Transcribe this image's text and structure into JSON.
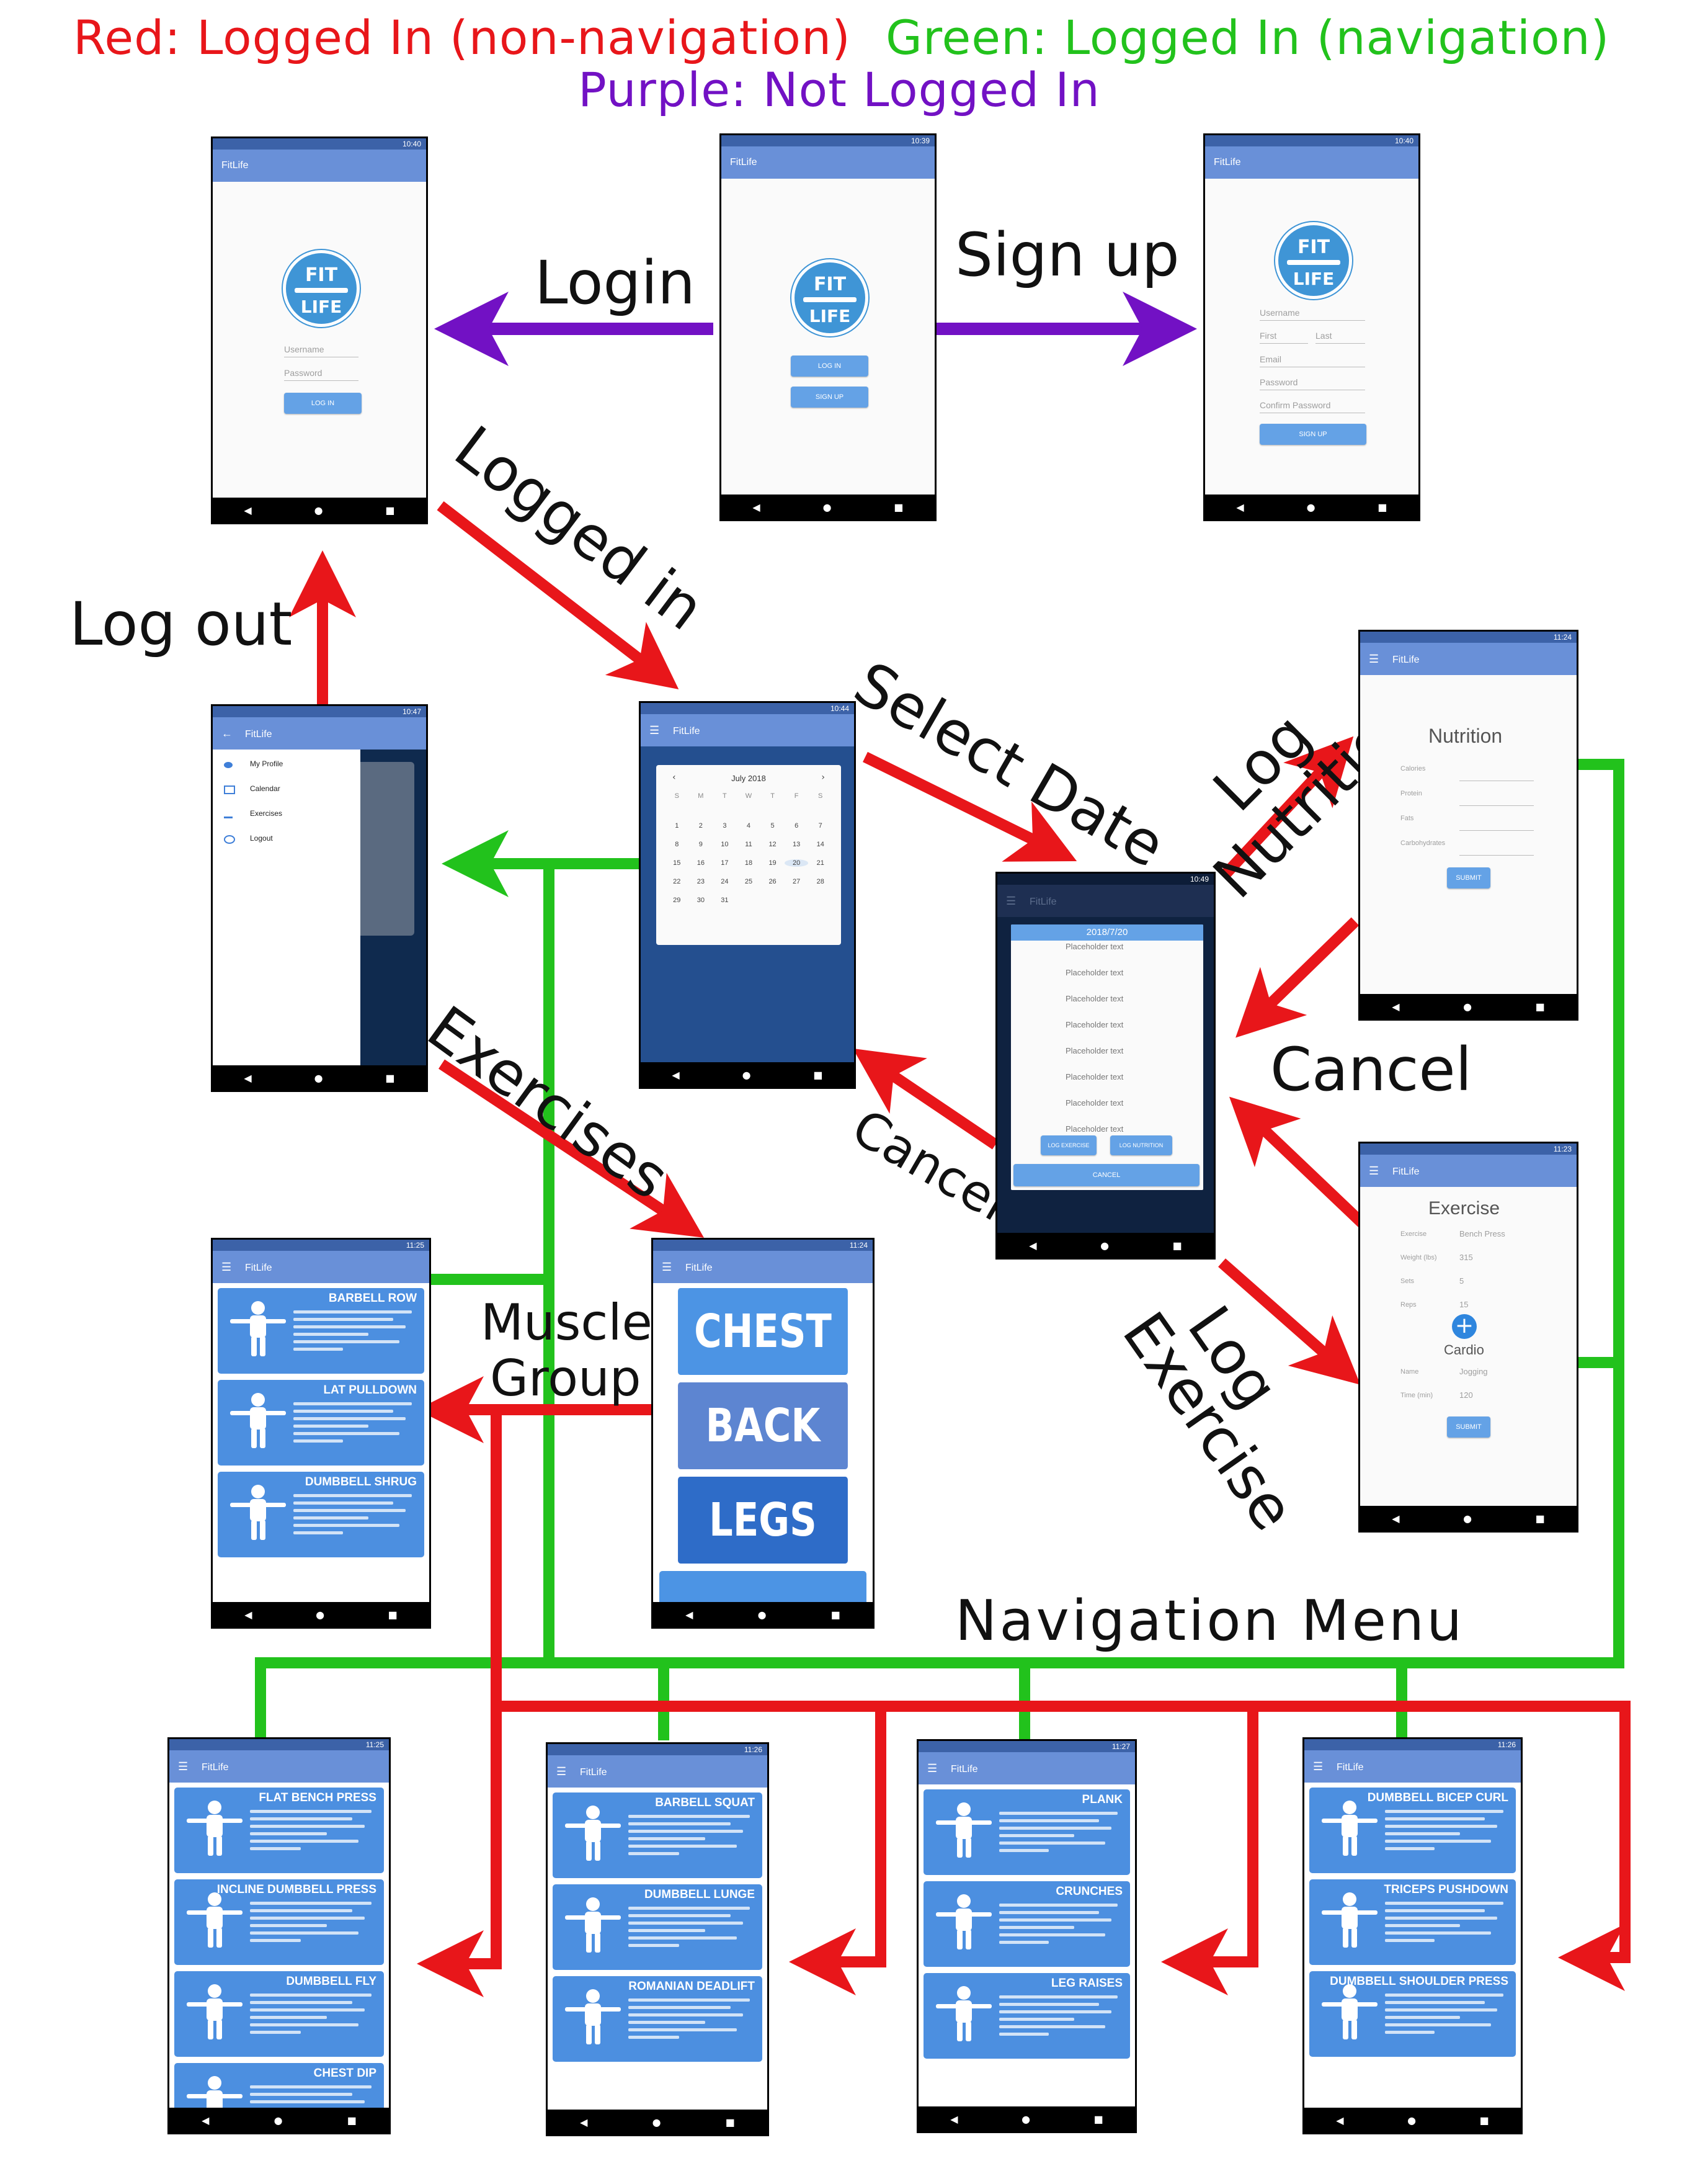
{
  "legend": {
    "red": "Red: Logged In (non-navigation)",
    "green": "Green: Logged In (navigation)",
    "purple": "Purple: Not Logged In"
  },
  "colors": {
    "red": "#e8161a",
    "green": "#22c21c",
    "purple": "#7211c4",
    "app_bar": "#6990d8",
    "card": "#4c8fe0"
  },
  "edge_labels": {
    "login": "Login",
    "signup": "Sign up",
    "logged_in": "Logged in",
    "log_out": "Log out",
    "select_date": "Select Date",
    "log_nutrition_1": "Log",
    "log_nutrition_2": "Nutrition",
    "cancel_right": "Cancel",
    "cancel_left": "Cancel",
    "exercises": "Exercises",
    "muscle_group_1": "Muscle",
    "muscle_group_2": "Group",
    "log_exercise_1": "Log",
    "log_exercise_2": "Exercise",
    "navigation_menu": "Navigation  Menu"
  },
  "screens": {
    "app_title": "FitLife",
    "nav_glyphs": {
      "back": "◀",
      "home": "●",
      "recent": "■"
    },
    "logo_top": "FIT",
    "logo_bottom": "LIFE",
    "login": {
      "time": "10:40",
      "username": "Username",
      "password": "Password",
      "button": "LOG IN"
    },
    "welcome": {
      "time": "10:39",
      "login_button": "LOG IN",
      "signup_button": "SIGN UP"
    },
    "signup": {
      "time": "10:40",
      "username": "Username",
      "first": "First",
      "last": "Last",
      "email": "Email",
      "password": "Password",
      "confirm": "Confirm Password",
      "button": "SIGN UP"
    },
    "drawer": {
      "time": "10:47",
      "items": [
        "My Profile",
        "Calendar",
        "Exercises",
        "Logout"
      ]
    },
    "calendar": {
      "time": "10:44",
      "month": "July 2018",
      "weekdays": [
        "S",
        "M",
        "T",
        "W",
        "T",
        "F",
        "S"
      ],
      "days": [
        "",
        "",
        "",
        "",
        "",
        "",
        "",
        "1",
        "2",
        "3",
        "4",
        "5",
        "6",
        "7",
        "8",
        "9",
        "10",
        "11",
        "12",
        "13",
        "14",
        "15",
        "16",
        "17",
        "18",
        "19",
        "20",
        "21",
        "22",
        "23",
        "24",
        "25",
        "26",
        "27",
        "28",
        "29",
        "30",
        "31"
      ]
    },
    "day_dialog": {
      "time": "10:49",
      "date": "2018/7/20",
      "placeholder": "Placeholder text",
      "log_exercise": "LOG EXERCISE",
      "log_nutrition": "LOG NUTRITION",
      "cancel": "CANCEL"
    },
    "nutrition": {
      "time": "11:24",
      "title": "Nutrition",
      "fields": [
        "Calories",
        "Protein",
        "Fats",
        "Carbohydrates"
      ],
      "button": "SUBMIT"
    },
    "exercise": {
      "time": "11:23",
      "title": "Exercise",
      "exercise_label": "Exercise",
      "exercise_value": "Bench Press",
      "weight_label": "Weight (lbs)",
      "weight_value": "315",
      "sets_label": "Sets",
      "sets_value": "5",
      "reps_label": "Reps",
      "reps_value": "15",
      "cardio": "Cardio",
      "name_label": "Name",
      "name_value": "Jogging",
      "time_label": "Time (min)",
      "time_value": "120",
      "button": "SUBMIT"
    },
    "muscle_groups": {
      "time": "11:24",
      "groups": [
        "CHEST",
        "BACK",
        "LEGS"
      ]
    },
    "back_list": {
      "time": "11:25",
      "cards": [
        "BARBELL ROW",
        "LAT PULLDOWN",
        "DUMBBELL SHRUG"
      ]
    },
    "chest_list": {
      "time": "11:25",
      "cards": [
        "FLAT BENCH PRESS",
        "INCLINE DUMBBELL PRESS",
        "DUMBBELL FLY",
        "CHEST DIP"
      ]
    },
    "legs_list": {
      "time": "11:26",
      "cards": [
        "BARBELL SQUAT",
        "DUMBBELL LUNGE",
        "ROMANIAN DEADLIFT"
      ]
    },
    "core_list": {
      "time": "11:27",
      "cards": [
        "PLANK",
        "CRUNCHES",
        "LEG RAISES"
      ]
    },
    "arms_list": {
      "time": "11:26",
      "cards": [
        "DUMBBELL BICEP CURL",
        "TRICEPS PUSHDOWN",
        "DUMBBELL SHOULDER PRESS"
      ]
    }
  }
}
